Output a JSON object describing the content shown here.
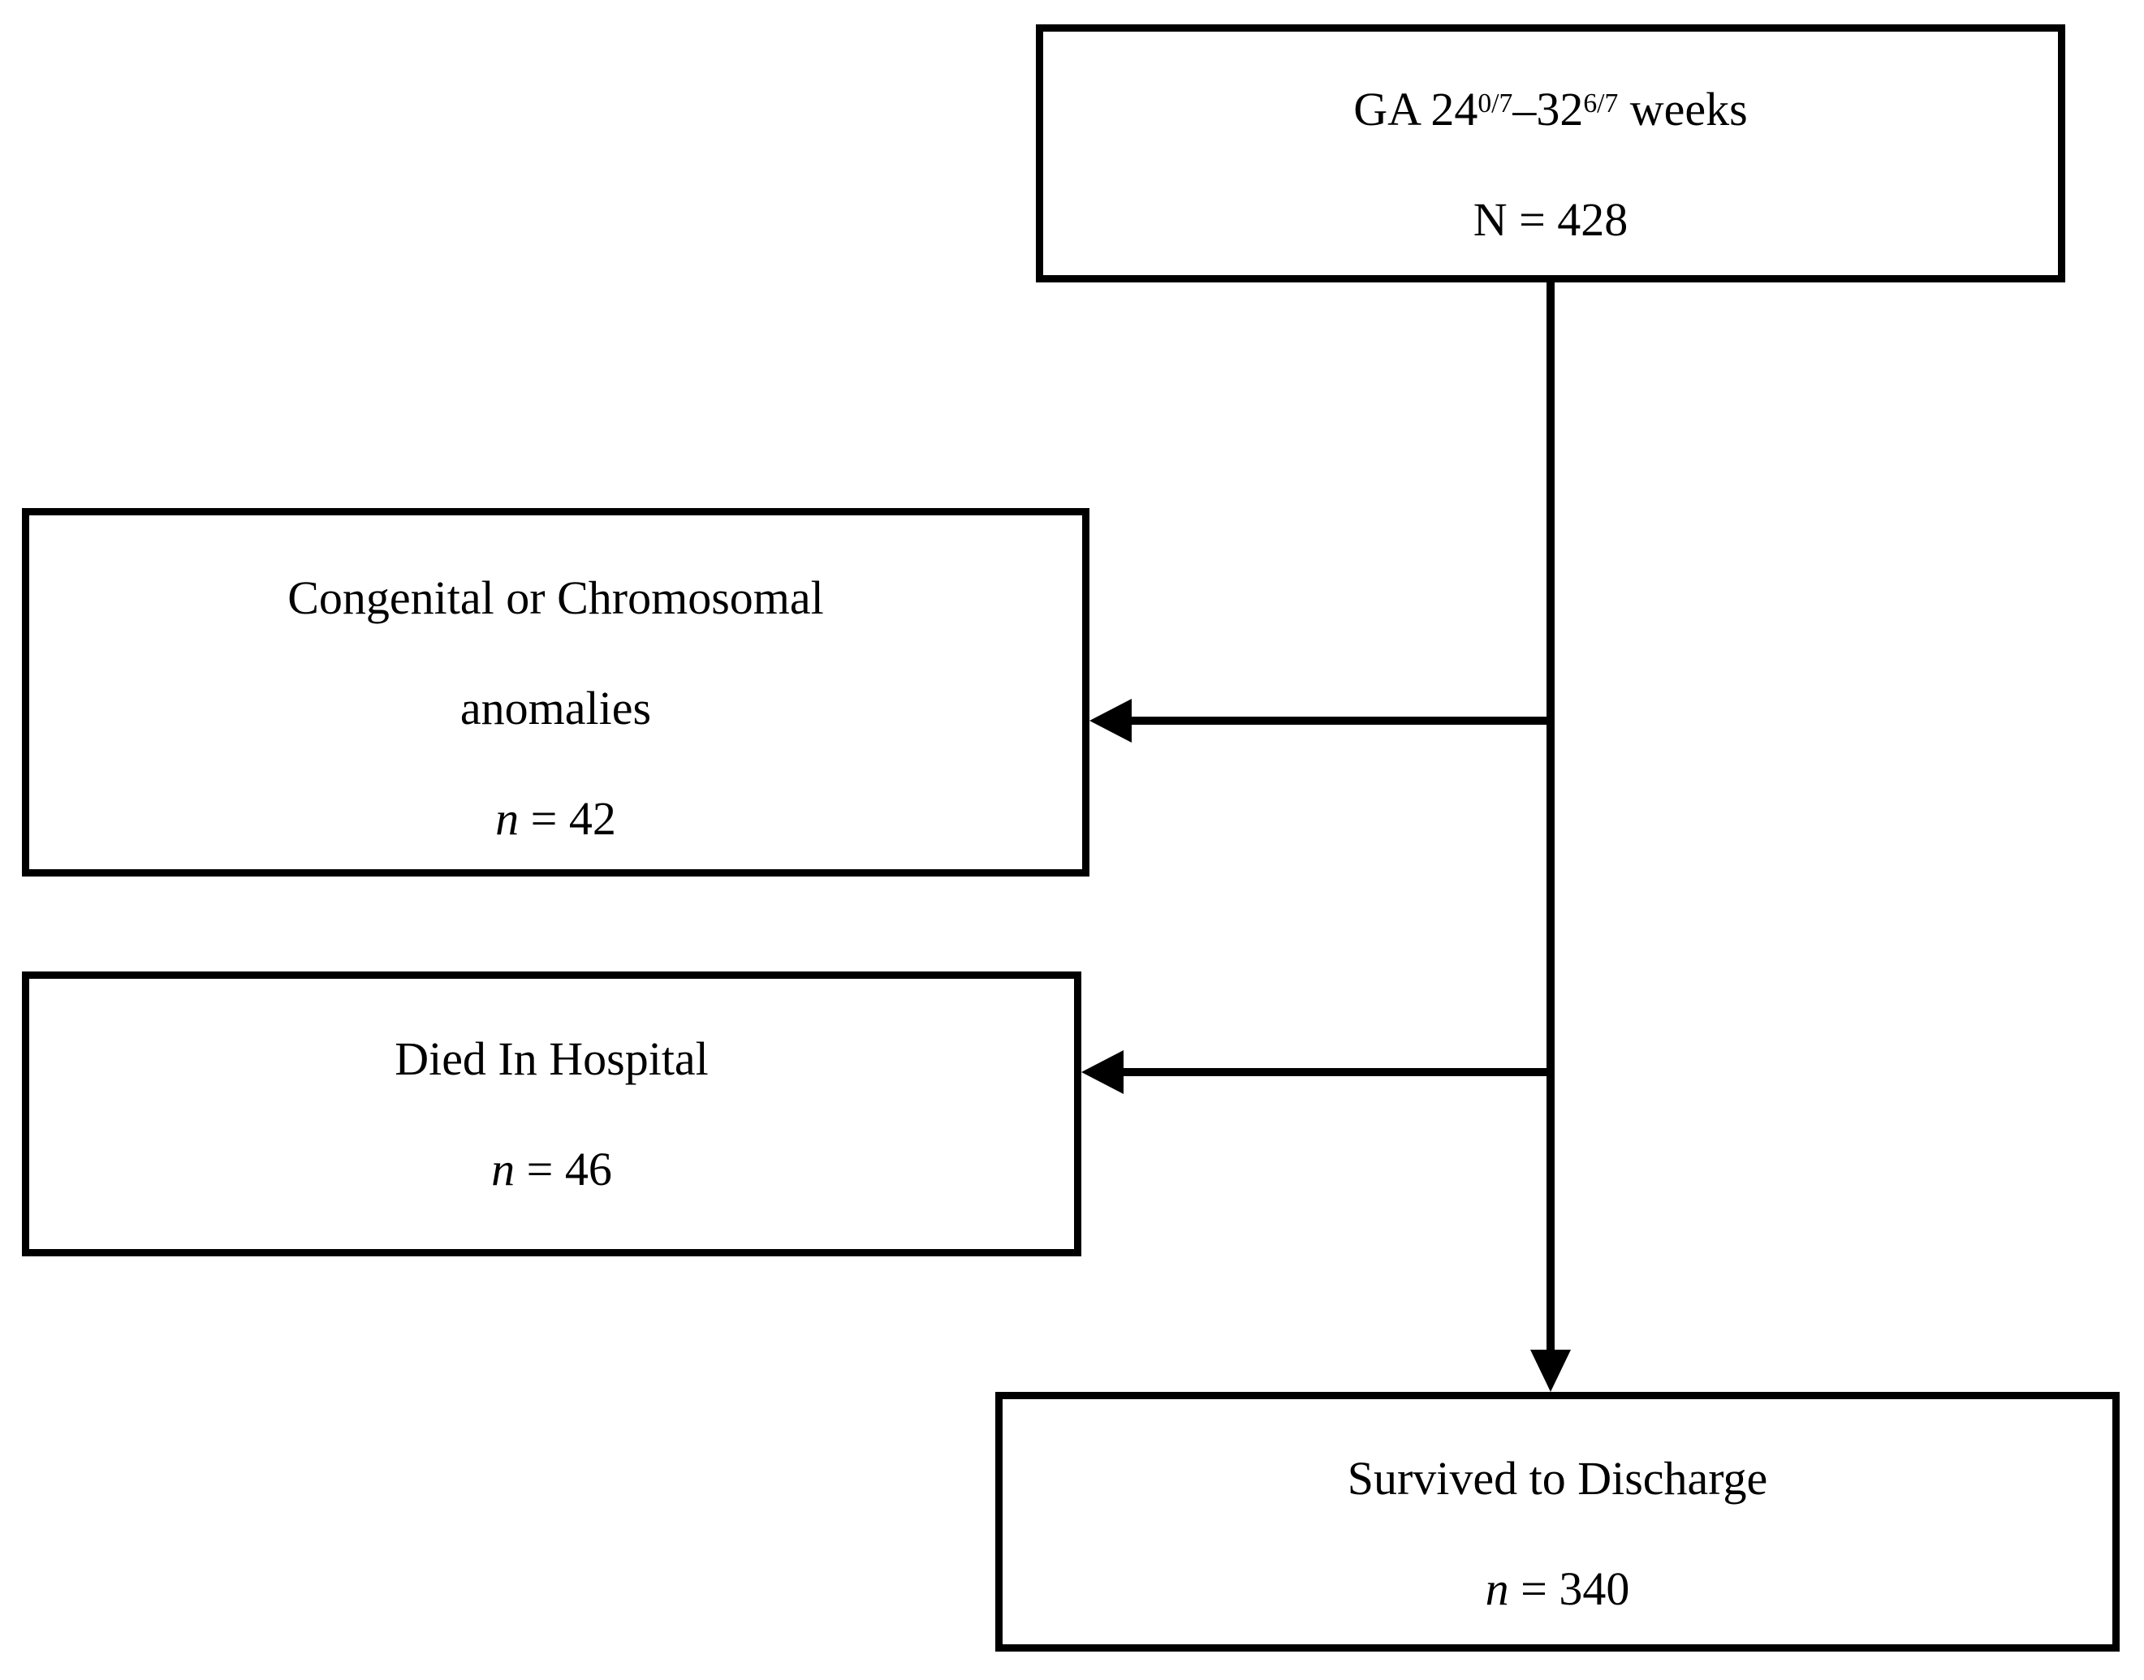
{
  "figure": {
    "background_color": "#ffffff",
    "line_color": "#000000"
  },
  "boxes": {
    "eligible": {
      "line1": {
        "prefix": "GA 24",
        "sup1": "0/7",
        "dash": "–",
        "mid": "32",
        "sup2": "6/7",
        "suffix": " weeks"
      },
      "line2": "N = 428"
    },
    "anomalies": {
      "line1": "Congenital or Chromosomal",
      "line2": "anomalies",
      "n_label": "n",
      "n_value": " = 42"
    },
    "died": {
      "line1": "Died In Hospital",
      "n_label": "n",
      "n_value": " = 46"
    },
    "survived": {
      "line1": "Survived to Discharge",
      "n_label": "n",
      "n_value": " = 340"
    }
  }
}
